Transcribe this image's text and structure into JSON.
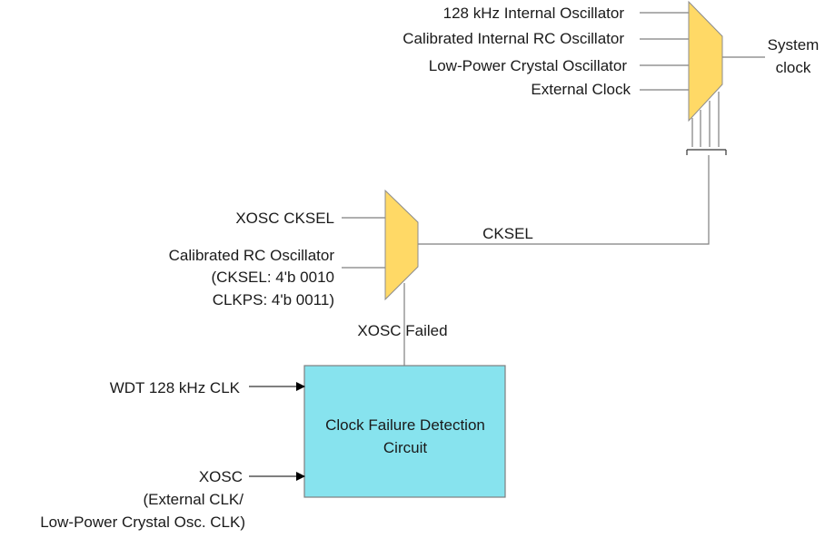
{
  "colors": {
    "mux_fill": "#FFD966",
    "block_fill": "#87E3EE",
    "wire": "#7F7F7F",
    "text": "#1A1A1A"
  },
  "system_mux": {
    "inputs": [
      "128 kHz Internal Oscillator",
      "Calibrated Internal RC Oscillator",
      "Low-Power Crystal Oscillator",
      "External Clock"
    ],
    "output_line1": "System",
    "output_line2": "clock"
  },
  "cksel_mux": {
    "input1": "XOSC CKSEL",
    "input2_line1": "Calibrated RC Oscillator",
    "input2_line2": "(CKSEL: 4'b 0010",
    "input2_line3": "CLKPS: 4'b 0011)",
    "output_label": "CKSEL",
    "select_label": "XOSC Failed"
  },
  "detector": {
    "title_line1": "Clock Failure Detection",
    "title_line2": "Circuit",
    "input1": "WDT 128 kHz CLK",
    "input2_line1": "XOSC",
    "input2_line2": "(External CLK/",
    "input2_line3": "Low-Power Crystal Osc. CLK)"
  }
}
